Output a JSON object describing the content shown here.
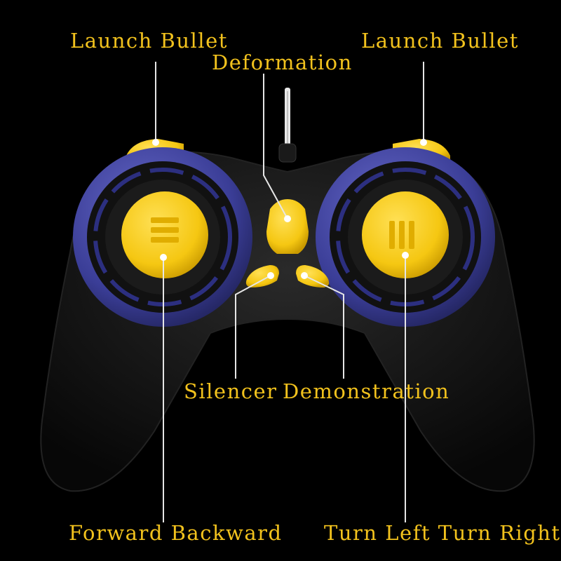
{
  "labels": {
    "launch_bullet_left": "Launch Bullet",
    "launch_bullet_right": "Launch Bullet",
    "deformation": "Deformation",
    "silencer": "Silencer",
    "demonstration": "Demonstration",
    "forward_backward": "Forward Backward",
    "turn_left_right": "Turn Left Turn Right"
  },
  "colors": {
    "background": "#000000",
    "label": "#f2c21d",
    "controller_body": "#141414",
    "dial_ring": "#3c3f9c",
    "button_yellow": "#f5c712",
    "leader_line": "#e6e6e6"
  }
}
